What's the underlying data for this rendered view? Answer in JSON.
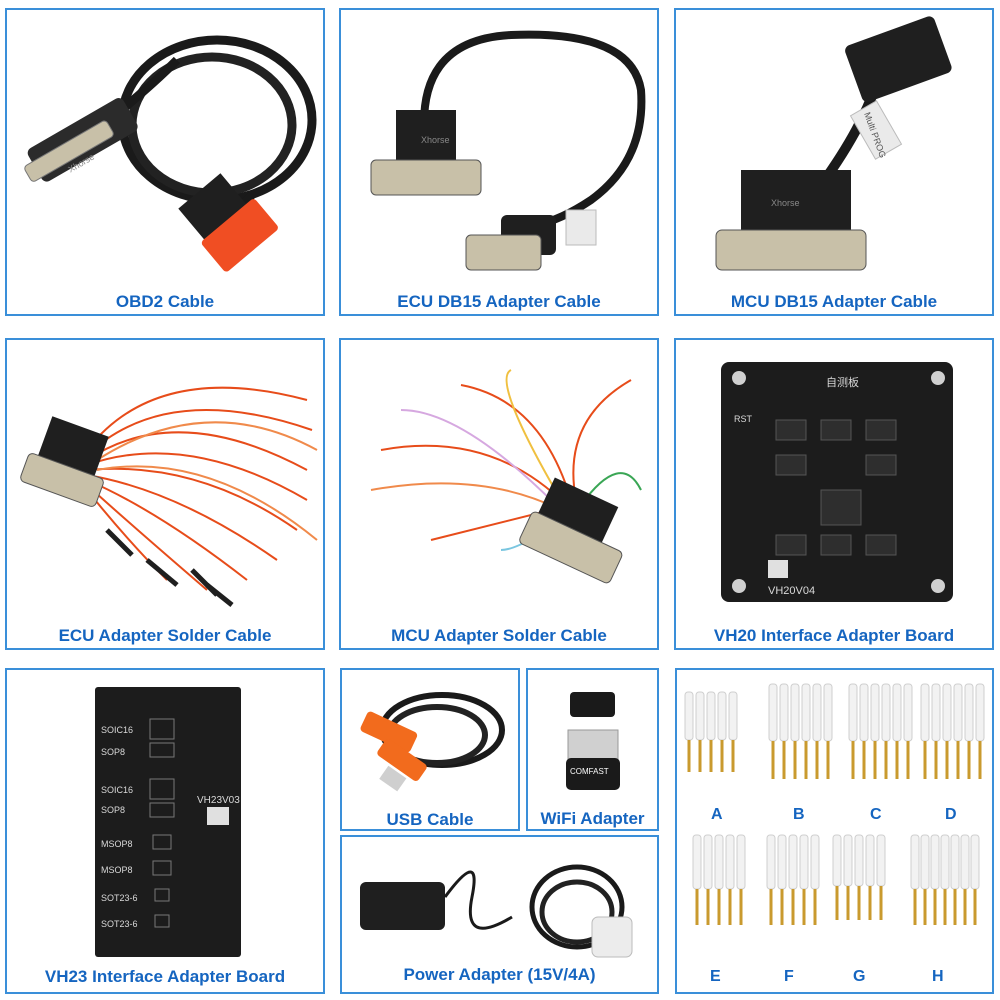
{
  "panels": {
    "obd2": {
      "caption": "OBD2 Cable",
      "connector_text": "Xhorse"
    },
    "ecu_db15": {
      "caption": "ECU DB15 Adapter Cable",
      "connector_text": "Xhorse"
    },
    "mcu_db15": {
      "caption": "MCU DB15 Adapter Cable",
      "connector_text": "Xhorse",
      "tag_text": "Multi PROG"
    },
    "ecu_solder": {
      "caption": "ECU Adapter Solder Cable"
    },
    "mcu_solder": {
      "caption": "MCU Adapter Solder Cable"
    },
    "vh20": {
      "caption": "VH20 Interface Adapter Board",
      "board_title": "自测板",
      "board_model": "VH20V04",
      "rst_label": "RST"
    },
    "vh23": {
      "caption": "VH23 Interface Adapter Board",
      "board_model": "VH23V03",
      "footprints": [
        "SOIC16",
        "SOP8",
        "SOIC16",
        "SOP8",
        "MSOP8",
        "MSOP8",
        "SOT23-6",
        "SOT23-6"
      ]
    },
    "usb": {
      "caption": "USB Cable"
    },
    "wifi": {
      "caption": "WiFi Adapter",
      "brand_text": "COMFAST"
    },
    "power": {
      "caption": "Power Adapter (15V/4A)"
    },
    "probes": {
      "labels": [
        "A",
        "B",
        "C",
        "D",
        "E",
        "F",
        "G",
        "H"
      ]
    }
  },
  "colors": {
    "border": "#3a8fd9",
    "caption": "#1565c0",
    "cable": "#1a1a1a",
    "obd_plug": "#f04e23",
    "usb_orange": "#f26b1d"
  }
}
